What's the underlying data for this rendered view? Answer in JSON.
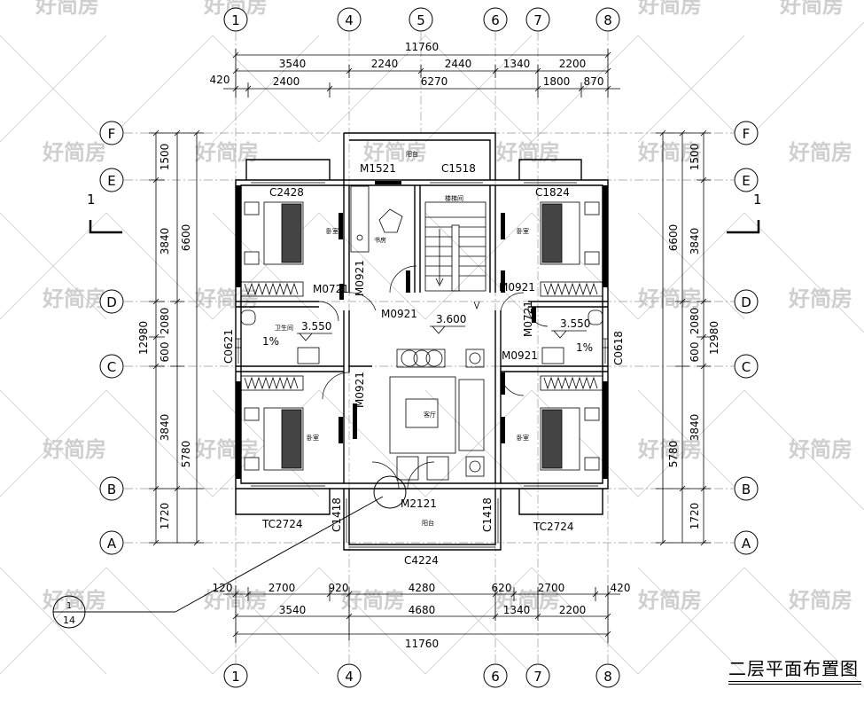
{
  "drawing_title": "二层平面布置图",
  "watermark_text": "好简房",
  "axes_vertical": [
    "1",
    "4",
    "5",
    "6",
    "7",
    "8"
  ],
  "axes_vertical_bottom": [
    "1",
    "4",
    "6",
    "7",
    "8"
  ],
  "axes_horizontal": [
    "F",
    "E",
    "D",
    "C",
    "B",
    "A"
  ],
  "dims_top": {
    "total": "11760",
    "row1": [
      "3540",
      "2240",
      "2440",
      "1340",
      "2200"
    ],
    "offset": "420",
    "row2": [
      "2400",
      "6270",
      "1800",
      "870"
    ]
  },
  "dims_bottom": {
    "row1": [
      "120",
      "2700",
      "920",
      "4280",
      "620",
      "2700",
      "420"
    ],
    "row2": [
      "3540",
      "4680",
      "1340",
      "2200"
    ],
    "total": "11760"
  },
  "dims_left": {
    "col1": [
      "1500",
      "3840",
      "2080",
      "600",
      "3840",
      "1720"
    ],
    "col2": [
      "6600",
      "5780"
    ],
    "total": "12980"
  },
  "dims_right": {
    "col1": [
      "1500",
      "3840",
      "2080",
      "600",
      "3840",
      "1720"
    ],
    "col2": [
      "6600",
      "5780"
    ],
    "total": "12980"
  },
  "section_marks": {
    "left": "1",
    "right": "1"
  },
  "detail_marker": {
    "top": "1",
    "bottom": "14"
  },
  "labels": {
    "m1521": "M1521",
    "c1518": "C1518",
    "c2428": "C2428",
    "c1824": "C1824",
    "m0721_l": "M0721",
    "m0921_a": "M0921",
    "m0921_b": "M0921",
    "m0921_c": "M0921",
    "m0921_d": "M0921",
    "m0921_e": "M0921",
    "m0721_r": "M0721",
    "elev_l": "3.550",
    "elev_c": "3.600",
    "elev_r": "3.550",
    "slope_l": "1%",
    "slope_r": "1%",
    "c0621": "C0621",
    "c0618": "C0618",
    "tc2724_l": "TC2724",
    "tc2724_r": "TC2724",
    "c1418_l": "C1418",
    "c1418_r": "C1418",
    "m2121": "M2121",
    "c4224": "C4224",
    "room_balcony_top": "阳台",
    "room_study": "书房",
    "room_stair": "楼梯间",
    "room_bed_tl": "卧室",
    "room_bed_tr": "卧室",
    "room_bath": "卫生间",
    "room_living": "客厅",
    "room_bed_bl": "卧室",
    "room_bed_br": "卧室",
    "room_balcony_bottom": "阳台"
  },
  "colors": {
    "line": "#000000",
    "watermark": "#cfcfcf",
    "grid": "#888888"
  }
}
